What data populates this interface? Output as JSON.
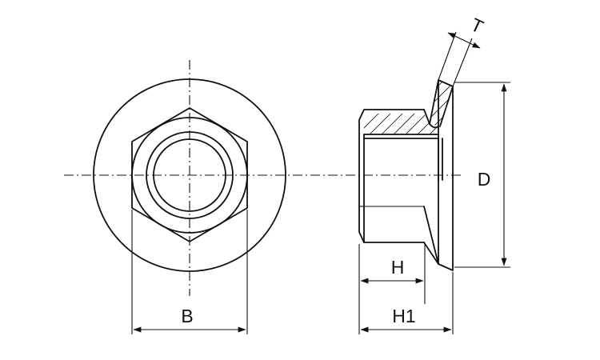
{
  "drawing": {
    "labels": {
      "B": "B",
      "D": "D",
      "H": "H",
      "H1": "H1",
      "T": "T"
    }
  }
}
